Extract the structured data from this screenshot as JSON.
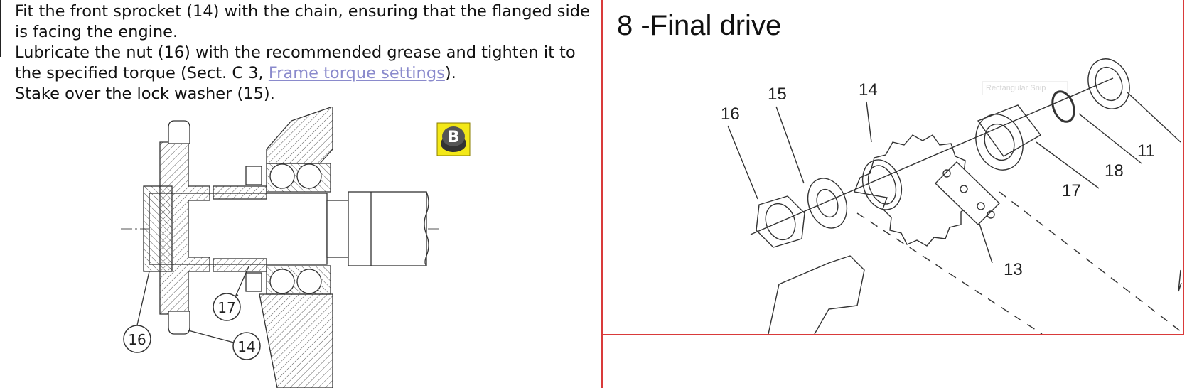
{
  "instructions": {
    "line1": "Fit the front sprocket (14) with the chain, ensuring that the flanged side is facing the engine.",
    "line2_before": "Lubricate the nut (16) with the recommended grease and tighten it to the specified torque (Sect. C 3, ",
    "line2_link": "Frame torque settings",
    "line2_after": ").",
    "line3": "Stake over the lock washer (15)."
  },
  "section_callouts": {
    "c16": "16",
    "c17": "17",
    "c14": "14"
  },
  "badge": {
    "letter": "B"
  },
  "final_drive": {
    "title": "8 -Final drive",
    "ghost_label": "Rectangular Snip",
    "labels": {
      "l16": "16",
      "l15": "15",
      "l14": "14",
      "l11": "11",
      "l18": "18",
      "l17": "17",
      "l13": "13"
    }
  },
  "colors": {
    "frame_red": "#d93a3a",
    "link": "#8a8acc",
    "badge_yellow": "#f3e818"
  }
}
